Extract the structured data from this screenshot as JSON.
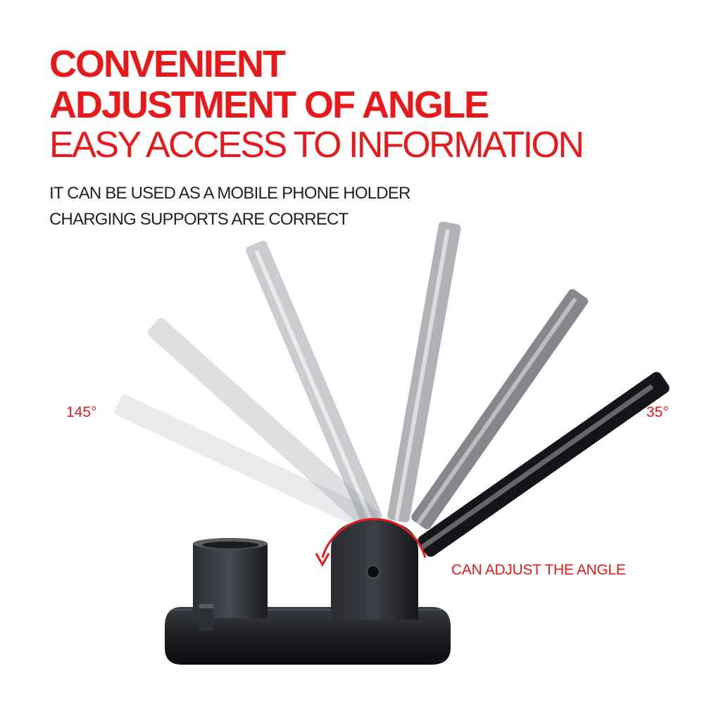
{
  "headline": {
    "line1": "CONVENIENT",
    "line2": "ADJUSTMENT OF ANGLE"
  },
  "subheadline": "EASY ACCESS TO INFORMATION",
  "description": {
    "line1": "IT CAN BE USED AS A MOBILE PHONE HOLDER",
    "line2": "CHARGING SUPPORTS ARE CORRECT"
  },
  "angle_labels": {
    "min": "145°",
    "max": "35°"
  },
  "adjust_label": "CAN ADJUST THE ANGLE",
  "colors": {
    "accent": "#e8191a",
    "text": "#222222",
    "product": "#1c1e22"
  },
  "icons": {
    "rotation_arrow": "curved-arrow-icon"
  }
}
